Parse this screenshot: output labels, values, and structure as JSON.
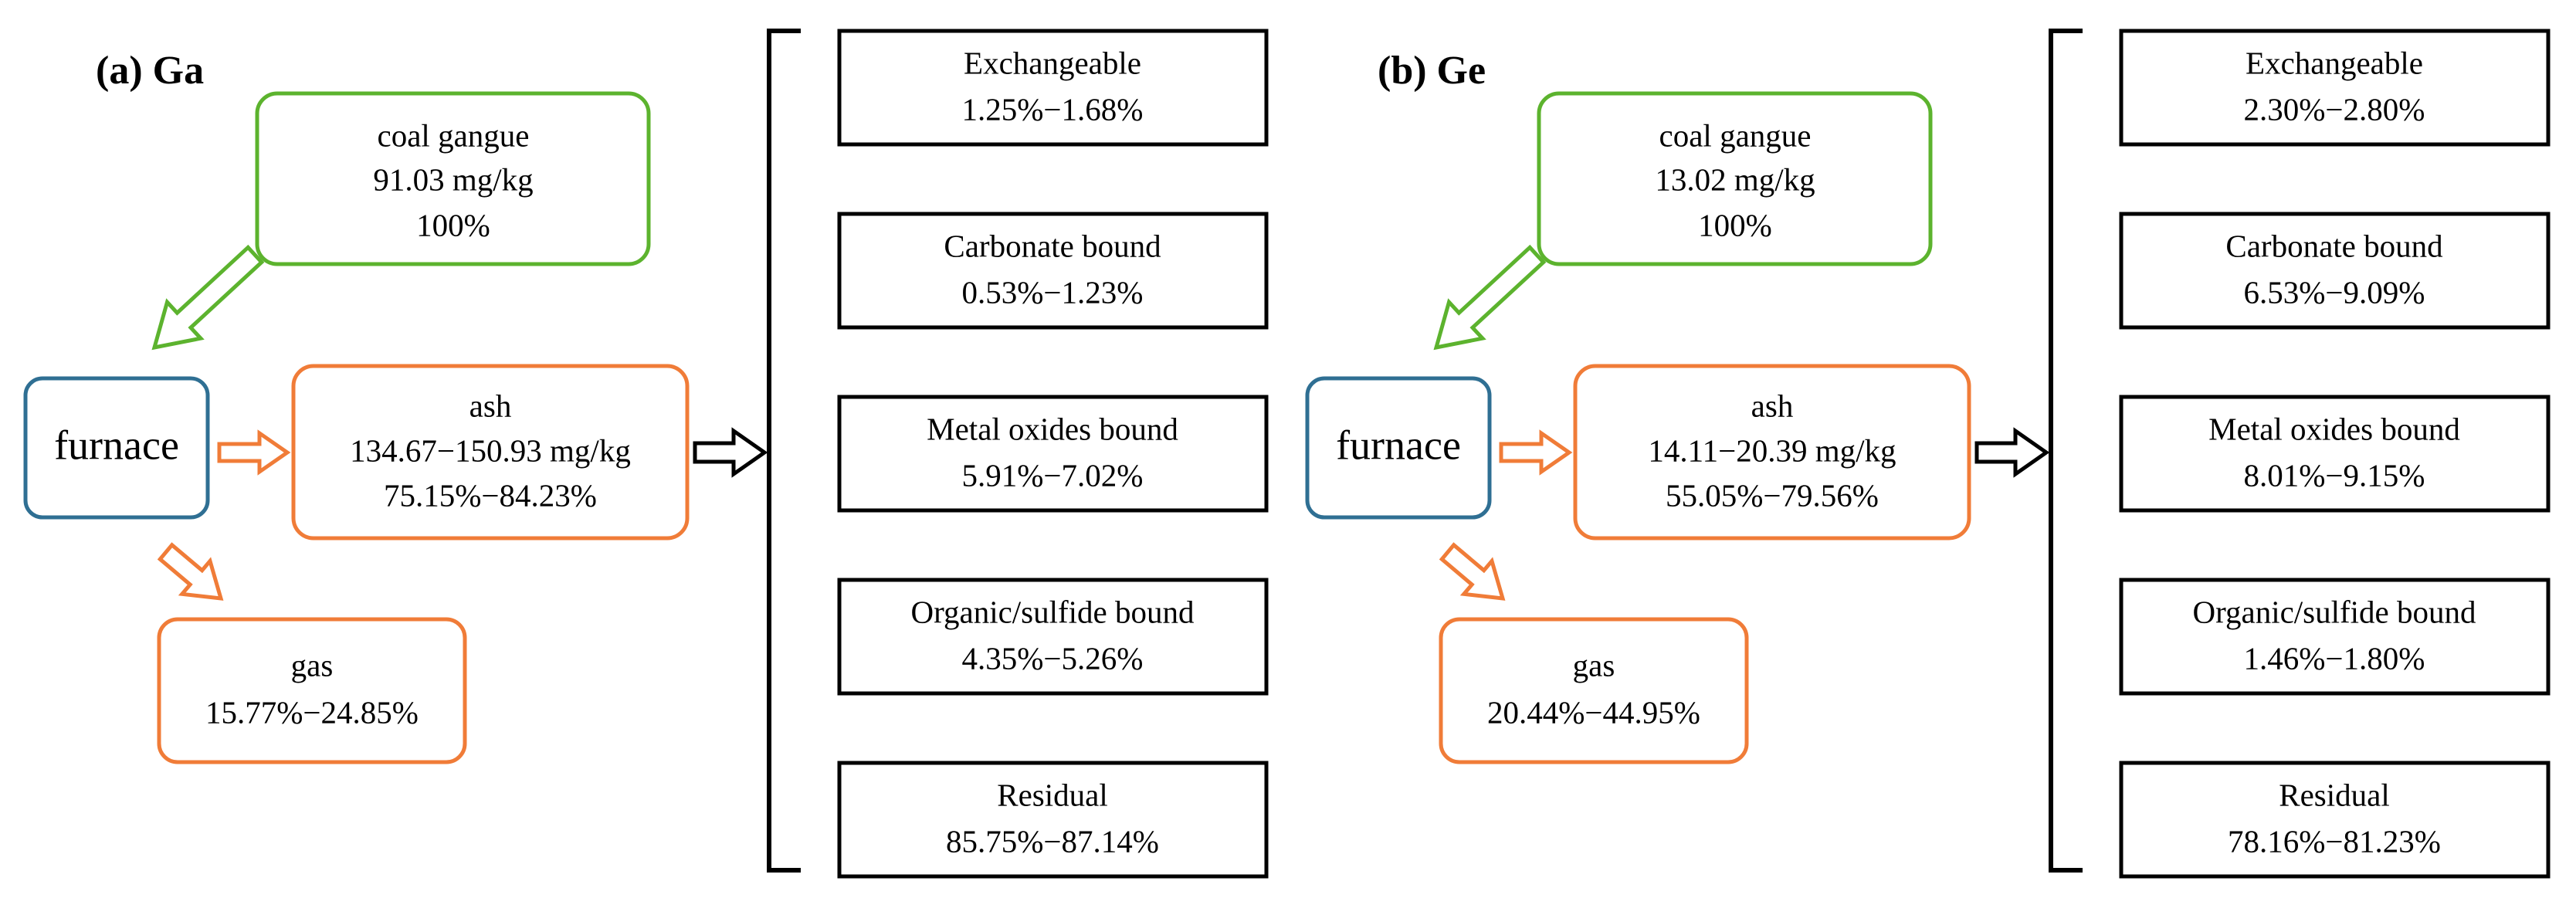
{
  "colors": {
    "green": "#5cb32e",
    "orange": "#f07c38",
    "blue": "#2f6f93",
    "black": "#000000"
  },
  "panels": [
    {
      "title": "(a)  Ga",
      "furnace": "furnace",
      "coal_gangue": {
        "name": "coal gangue",
        "value": "91.03 mg/kg",
        "percent": "100%"
      },
      "ash": {
        "name": "ash",
        "value": "134.67−150.93 mg/kg",
        "percent": "75.15%−84.23%"
      },
      "gas": {
        "name": "gas",
        "percent": "15.77%−24.85%"
      },
      "fractions": [
        {
          "name": "Exchangeable",
          "range": "1.25%−1.68%"
        },
        {
          "name": "Carbonate bound",
          "range": "0.53%−1.23%"
        },
        {
          "name": "Metal oxides bound",
          "range": "5.91%−7.02%"
        },
        {
          "name": "Organic/sulfide bound",
          "range": "4.35%−5.26%"
        },
        {
          "name": "Residual",
          "range": "85.75%−87.14%"
        }
      ]
    },
    {
      "title": "(b)  Ge",
      "furnace": "furnace",
      "coal_gangue": {
        "name": "coal gangue",
        "value": "13.02 mg/kg",
        "percent": "100%"
      },
      "ash": {
        "name": "ash",
        "value": "14.11−20.39 mg/kg",
        "percent": "55.05%−79.56%"
      },
      "gas": {
        "name": "gas",
        "percent": "20.44%−44.95%"
      },
      "fractions": [
        {
          "name": "Exchangeable",
          "range": "2.30%−2.80%"
        },
        {
          "name": "Carbonate bound",
          "range": "6.53%−9.09%"
        },
        {
          "name": "Metal oxides bound",
          "range": "8.01%−9.15%"
        },
        {
          "name": "Organic/sulfide bound",
          "range": "1.46%−1.80%"
        },
        {
          "name": "Residual",
          "range": "78.16%−81.23%"
        }
      ]
    }
  ]
}
